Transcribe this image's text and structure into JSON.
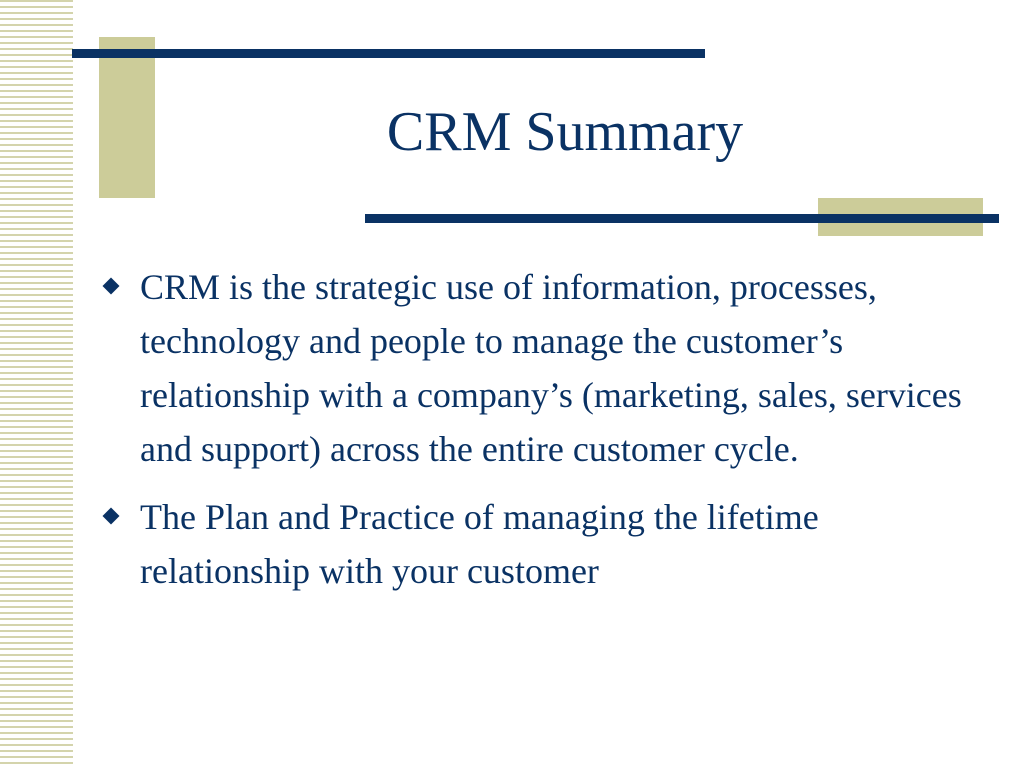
{
  "slide": {
    "title": "CRM Summary",
    "bullets": [
      {
        "text": "CRM is the strategic use of information, processes, technology and people to manage the customer’s relationship with a company’s (marketing, sales, services and support) across the entire customer cycle."
      },
      {
        "text": "The Plan and Practice of managing the lifetime relationship with your customer"
      }
    ]
  },
  "colors": {
    "navy": "#0a3264",
    "olive": "#cccc99",
    "stripe": "#d4d4ac",
    "background": "#ffffff"
  },
  "icons": {
    "bullet": "diamond-bullet-icon"
  }
}
